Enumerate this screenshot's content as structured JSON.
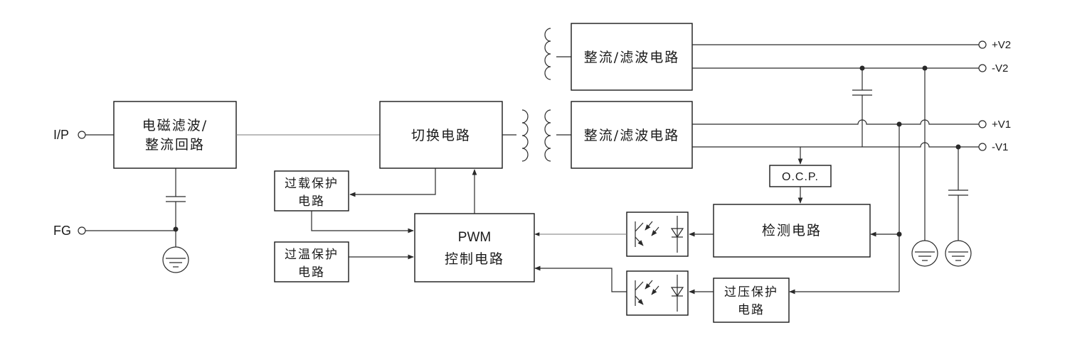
{
  "terminals": {
    "ip": "I/P",
    "fg": "FG",
    "v2_pos": "+V2",
    "v2_neg": "-V2",
    "v1_pos": "+V1",
    "v1_neg": "-V1"
  },
  "blocks": {
    "emi_filter": [
      "电磁滤波/",
      "整流回路"
    ],
    "switching": "切换电路",
    "rect_filter_v2": "整流/滤波电路",
    "rect_filter_v1": "整流/滤波电路",
    "overload": [
      "过载保护",
      "电路"
    ],
    "overtemp": [
      "过温保护",
      "电路"
    ],
    "pwm": [
      "PWM",
      "控制电路"
    ],
    "ocp": "O.C.P.",
    "detect": "检测电路",
    "overvolt": [
      "过压保护",
      "电路"
    ]
  },
  "colors": {
    "line": "#2a2a2a",
    "light_line": "#7a7a7a"
  }
}
